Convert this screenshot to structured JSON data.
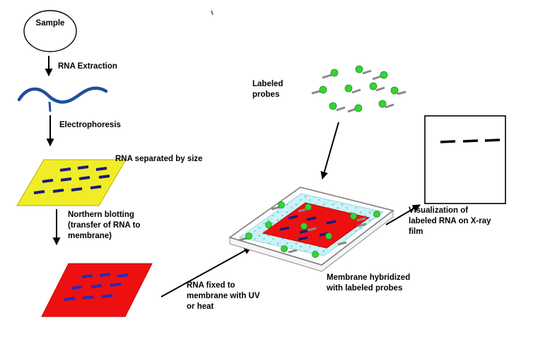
{
  "labels": {
    "sample": "Sample",
    "rna_extraction": "RNA Extraction",
    "electrophoresis": "Electrophoresis",
    "rna_separated": "RNA separated by size",
    "northern_blotting": "Northern blotting\n(transfer of RNA to\nmembrane)",
    "rna_fixed": "RNA fixed to\nmembrane with UV\nor heat",
    "labeled_probes": "Labeled\nprobes",
    "membrane_hybridized": "Membrane hybridized\nwith labeled probes",
    "visualization": "Visualization of\nlabeled RNA on X-ray\nfilm"
  },
  "colors": {
    "gel_yellow": "#f0ec28",
    "membrane_red": "#ee1010",
    "rna_blue": "#1d4f9e",
    "band_navy": "#1a1a7e",
    "band_blue": "#2a2ab8",
    "probe_green": "#35d435",
    "probe_gray": "#8a8a8a",
    "hybridization_cyan": "#cdf2f5",
    "speckle_cyan": "#6fd9e4",
    "outline": "#000000"
  }
}
